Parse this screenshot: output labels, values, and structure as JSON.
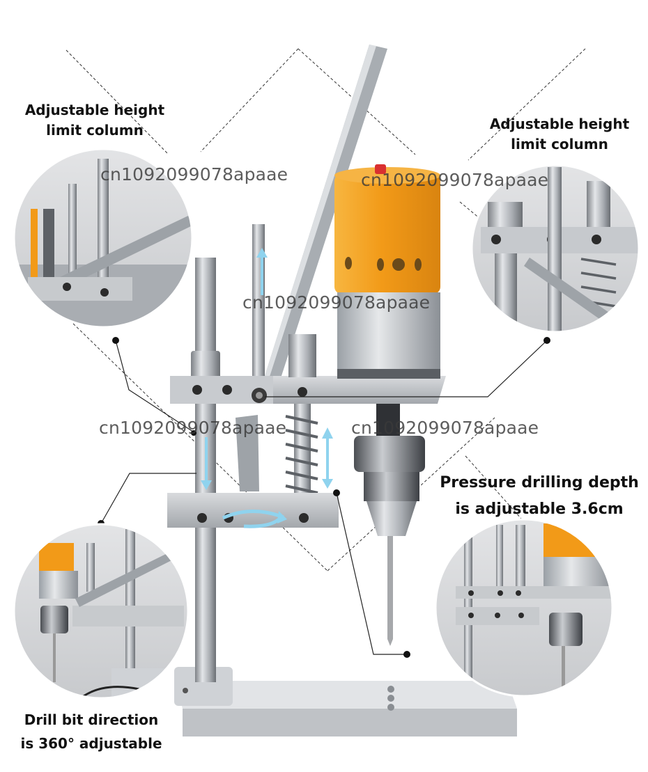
{
  "callouts": {
    "top_left": {
      "line1": "Adjustable height",
      "line2": "limit column"
    },
    "top_right": {
      "line1": "Adjustable height",
      "line2": "limit column"
    },
    "depth": {
      "line1": "Pressure drilling depth",
      "line2": "is adjustable 3.6cm"
    },
    "direction": {
      "line1": "Drill bit direction",
      "line2": "is 360° adjustable"
    }
  },
  "watermark": "cn1092099078apaae",
  "colors": {
    "motor_orange": "#f0a020",
    "steel": "#b8bcc2",
    "arrow_blue": "#8fd3ee",
    "background": "#ffffff"
  }
}
